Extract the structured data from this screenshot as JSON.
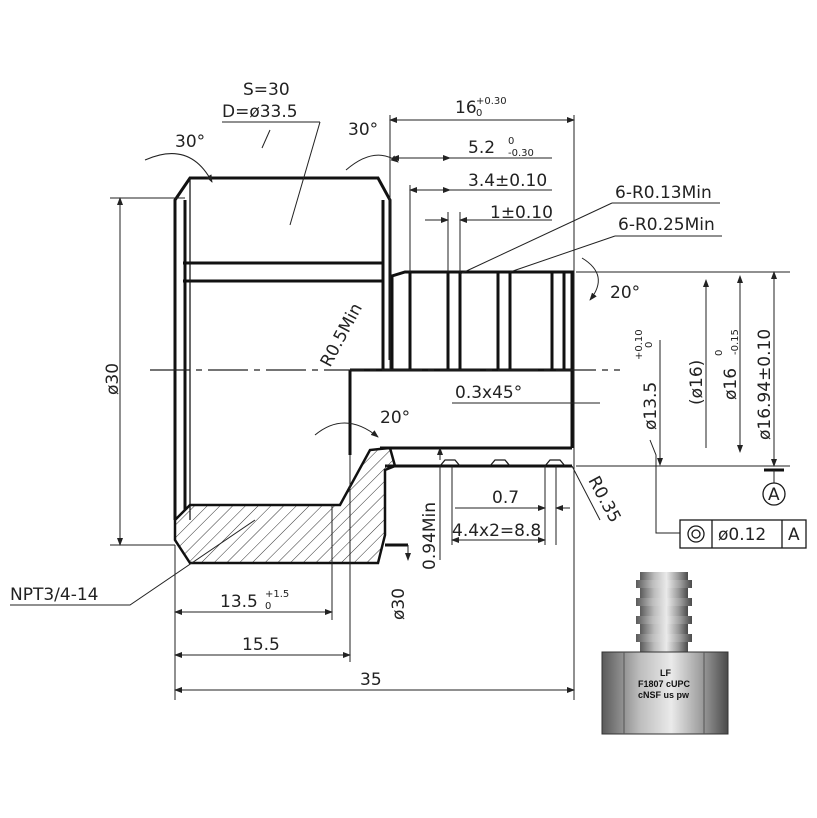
{
  "labels": {
    "hex_size": "S=30",
    "hex_diag": "D=ø33.5",
    "chamfer_left": "30°",
    "chamfer_right": "30°",
    "len_16": "16",
    "len_16_tol_up": "+0.30",
    "len_16_tol_dn": "0",
    "len_5_2": "5.2",
    "len_5_2_tol_up": "0",
    "len_5_2_tol_dn": "-0.30",
    "len_3_4": "3.4±0.10",
    "len_1": "1±0.10",
    "radius_013": "6-R0.13Min",
    "radius_025": "6-R0.25Min",
    "angle_20_top": "20°",
    "angle_20_inner": "20°",
    "r05": "R0.5Min",
    "chamfer_03": "0.3x45°",
    "dia_30_left": "ø30",
    "dia_13_5": "ø13.5",
    "dia_13_5_tol_up": "+0.10",
    "dia_13_5_tol_dn": "0",
    "dia_16_ref": "(ø16)",
    "dia_16": "ø16",
    "dia_16_tol_up": "0",
    "dia_16_tol_dn": "-0.15",
    "dia_16_94": "ø16.94±0.10",
    "datum": "A",
    "r035": "R0.35",
    "len_0_7": "0.7",
    "len_0_94": "0.94Min",
    "len_4_4": "4.4x2=8.8",
    "gdt_tol": "ø0.12",
    "gdt_datum": "A",
    "dia_30_bottom": "ø30",
    "thread": "NPT3/4-14",
    "len_13_5": "13.5",
    "len_13_5_tol_up": "+1.5",
    "len_13_5_tol_dn": "0",
    "len_15_5": "15.5",
    "len_35": "35"
  },
  "photo": {
    "line1": "LF",
    "line2": "F1807 cUPC",
    "line3": "cNSF us pw"
  },
  "colors": {
    "line": "#1a1a1a",
    "photo_body": "#8a8a8a"
  }
}
